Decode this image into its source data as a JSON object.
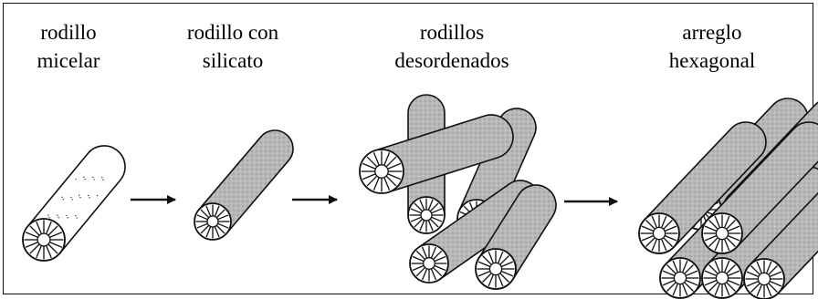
{
  "stages": [
    {
      "id": "micelar",
      "line1": "rodillo",
      "line2": "micelar"
    },
    {
      "id": "silicato",
      "line1": "rodillo con",
      "line2": "silicato"
    },
    {
      "id": "desordenados",
      "line1": "rodillos",
      "line2": "desordenados"
    },
    {
      "id": "hexagonal",
      "line1": "arreglo",
      "line2": "hexagonal"
    }
  ],
  "colors": {
    "stroke": "#111111",
    "silicate_fill": "#b4b4b4",
    "micelle_fill": "#ffffff",
    "background": "#ffffff"
  },
  "icons": [
    "arrow-right-icon",
    "micelle-rod-icon",
    "silicate-rod-icon",
    "disordered-rods-icon",
    "hexagonal-array-icon"
  ]
}
